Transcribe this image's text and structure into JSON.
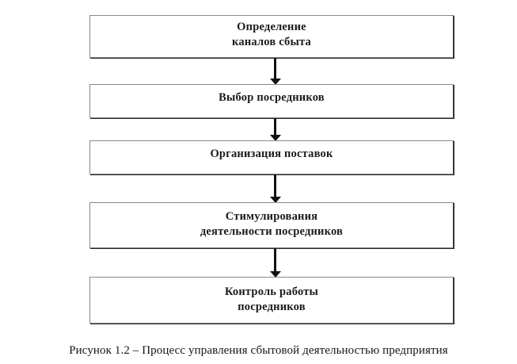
{
  "diagram": {
    "type": "flowchart-vertical",
    "nodes": [
      {
        "id": "node-0",
        "label": "Определение\nканалов сбыта"
      },
      {
        "id": "node-1",
        "label": "Выбор посредников"
      },
      {
        "id": "node-2",
        "label": "Организация поставок"
      },
      {
        "id": "node-3",
        "label": "Стимулирования\nдеятельности посредников"
      },
      {
        "id": "node-4",
        "label": "Контроль работы\nпосредников"
      }
    ],
    "connectors": [
      {
        "id": "conn-0",
        "from": "node-0",
        "to": "node-1",
        "shape": "down-arrow"
      },
      {
        "id": "conn-1",
        "from": "node-1",
        "to": "node-2",
        "shape": "down-arrow"
      },
      {
        "id": "conn-2",
        "from": "node-2",
        "to": "node-3",
        "shape": "down-arrow"
      },
      {
        "id": "conn-3",
        "from": "node-3",
        "to": "node-4",
        "shape": "down-arrow"
      }
    ],
    "caption": "Рисунок 1.2 – Процесс управления сбытовой деятельностью предприятия",
    "colors": {
      "background": "#ffffff",
      "box_border": "#8a8a8a",
      "box_shadow": "#2b2b2b",
      "arrow": "#121212",
      "text": "#1b1b1b"
    }
  }
}
